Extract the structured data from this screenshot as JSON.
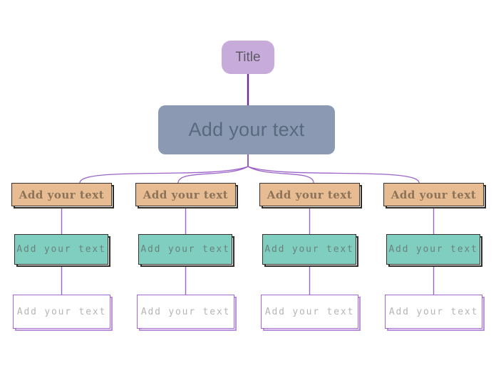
{
  "tree": {
    "title": {
      "label": "Title"
    },
    "main": {
      "label": "Add your text"
    },
    "branches": [
      {
        "levels": [
          {
            "label": "Add your text"
          },
          {
            "label": "Add your text"
          },
          {
            "label": "Add your text"
          }
        ]
      },
      {
        "levels": [
          {
            "label": "Add your text"
          },
          {
            "label": "Add your text"
          },
          {
            "label": "Add your text"
          }
        ]
      },
      {
        "levels": [
          {
            "label": "Add your text"
          },
          {
            "label": "Add your text"
          },
          {
            "label": "Add your text"
          }
        ]
      },
      {
        "levels": [
          {
            "label": "Add your text"
          },
          {
            "label": "Add your text"
          },
          {
            "label": "Add your text"
          }
        ]
      }
    ]
  },
  "palette": {
    "title_fill": "#c6abdb",
    "title_text": "#5f5a66",
    "main_fill": "#8b99b3",
    "main_text": "#5a6a7e",
    "branch_fill": "#e7bc93",
    "branch_text": "#8c7257",
    "sub_fill": "#80cec0",
    "sub_text": "#69827d",
    "leaf_fill": "#ffffff",
    "leaf_border": "#a368cf",
    "leaf_text": "#b5b5b5",
    "dark_box_border": "#38332e",
    "dark_box_shadow": "#2f2b27",
    "leaf_shadow": "#b98fdc",
    "connector_purple": "#9c64c8",
    "title_stem_purple": "#6b2d92"
  }
}
